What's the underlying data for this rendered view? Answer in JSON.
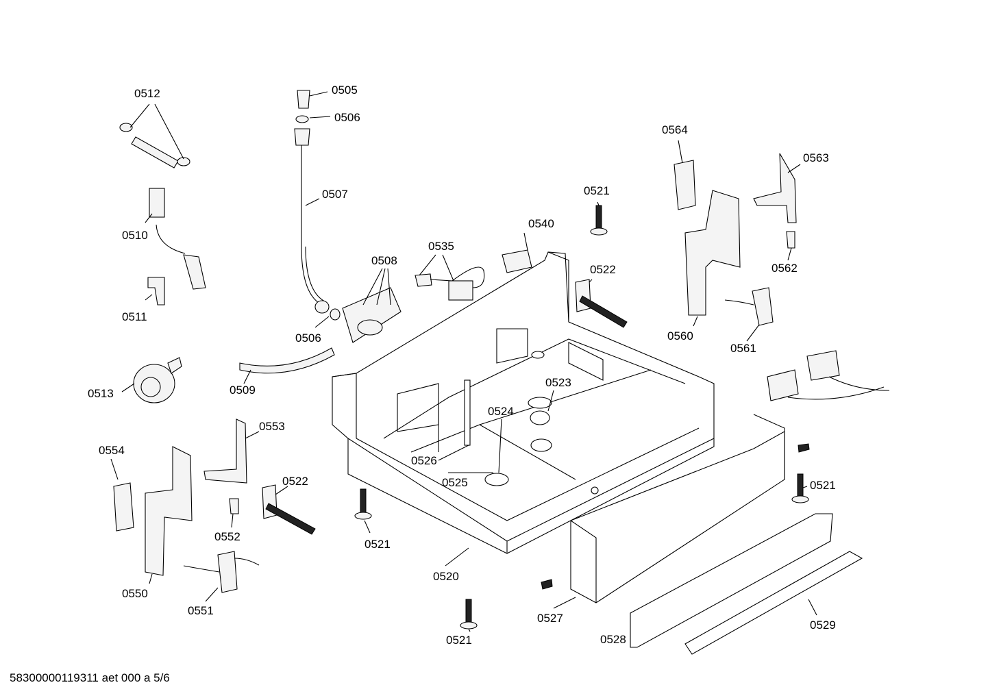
{
  "footer": "58300000119311 aet 000 a 5/6",
  "labels": {
    "l0512": "0512",
    "l0505": "0505",
    "l0506a": "0506",
    "l0507": "0507",
    "l0510": "0510",
    "l0511": "0511",
    "l0508": "0508",
    "l0506b": "0506",
    "l0535": "0535",
    "l0540": "0540",
    "l0521a": "0521",
    "l0522a": "0522",
    "l0564": "0564",
    "l0563": "0563",
    "l0562": "0562",
    "l0560": "0560",
    "l0561": "0561",
    "l0513": "0513",
    "l0509": "0509",
    "l0523": "0523",
    "l0524": "0524",
    "l0526": "0526",
    "l0525": "0525",
    "l0554": "0554",
    "l0553": "0553",
    "l0522b": "0522",
    "l0552": "0552",
    "l0550": "0550",
    "l0551": "0551",
    "l0521b": "0521",
    "l0520": "0520",
    "l0521c": "0521",
    "l0527": "0527",
    "l0528": "0528",
    "l0529": "0529",
    "l0521d": "0521"
  }
}
